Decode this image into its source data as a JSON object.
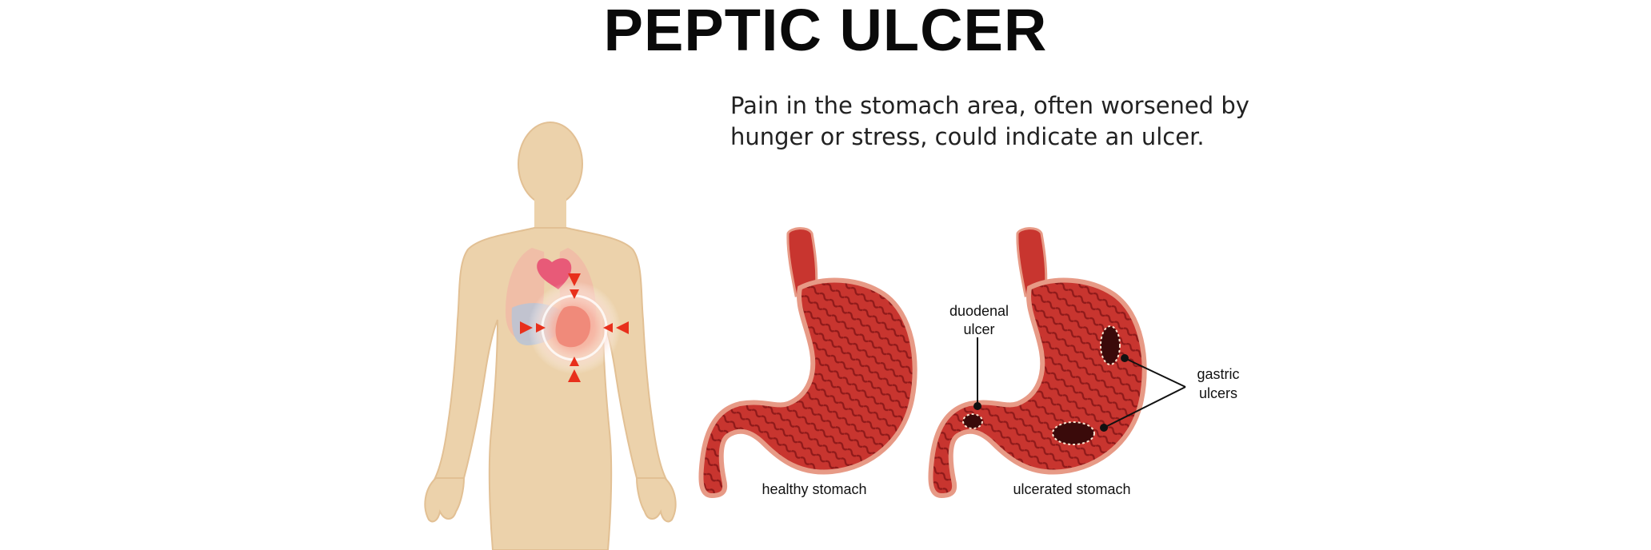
{
  "title": "PEPTIC ULCER",
  "description": {
    "line1": "Pain in the stomach area, often worsened by",
    "line2": "hunger or stress, could indicate an ulcer."
  },
  "labels": {
    "healthy": "healthy stomach",
    "ulcerated": "ulcerated stomach",
    "duodenal_line1": "duodenal",
    "duodenal_line2": "ulcer",
    "gastric_line1": "gastric",
    "gastric_line2": "ulcers"
  },
  "colors": {
    "skin": "#ecd2ab",
    "skin_edge": "#e2c094",
    "stomach": "#c8352f",
    "stomach_dark": "#8f1a1a",
    "stomach_edge": "#e79a86",
    "pain_arrow": "#e8301c",
    "ulcer": "#3a0a0a"
  }
}
